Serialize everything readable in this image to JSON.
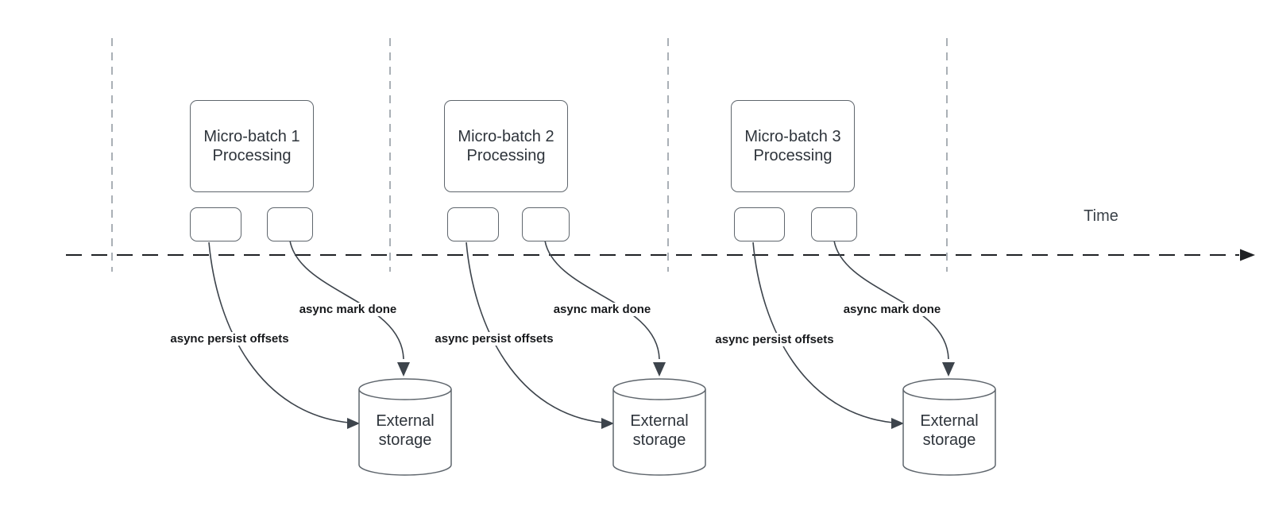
{
  "axis": {
    "time_label": "Time"
  },
  "batches": [
    {
      "title": "Micro-batch 1 Processing",
      "persist_label": "async persist offsets",
      "mark_done_label": "async mark done",
      "storage_label": "External storage"
    },
    {
      "title": "Micro-batch 2 Processing",
      "persist_label": "async persist offsets",
      "mark_done_label": "async mark done",
      "storage_label": "External storage"
    },
    {
      "title": "Micro-batch 3 Processing",
      "persist_label": "async persist offsets",
      "mark_done_label": "async mark done",
      "storage_label": "External storage"
    }
  ],
  "colors": {
    "timeline": "#1f2124",
    "divider": "#aab0b6",
    "shape_border": "#5f666d",
    "arrow": "#3d444c",
    "title_text": "#2e343b",
    "label_text": "#17191c"
  }
}
